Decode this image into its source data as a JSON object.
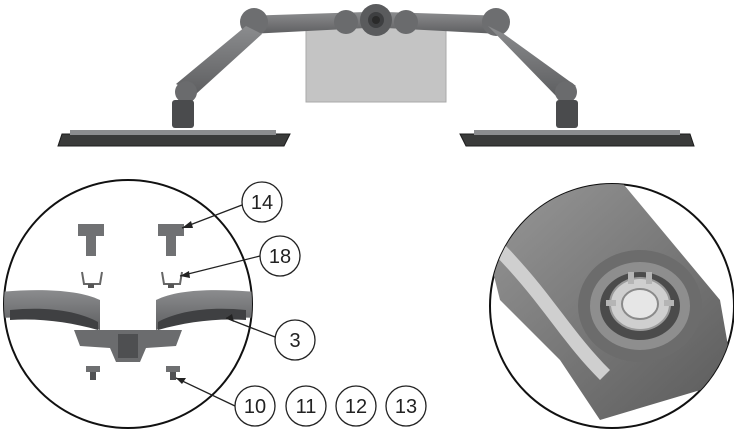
{
  "callouts": [
    {
      "id": "c14",
      "label": "14"
    },
    {
      "id": "c18",
      "label": "18"
    },
    {
      "id": "c3",
      "label": "3"
    },
    {
      "id": "c10",
      "label": "10"
    },
    {
      "id": "c11",
      "label": "11"
    },
    {
      "id": "c12",
      "label": "12"
    },
    {
      "id": "c13",
      "label": "13"
    }
  ],
  "colors": {
    "arm_dark": "#5f6062",
    "arm_mid": "#7a7b7d",
    "arm_light": "#9a9b9d",
    "monitor_back": "#bdbdbd",
    "screen_dark": "#2e302f",
    "outline": "#1a1a1a",
    "background": "#ffffff"
  },
  "icons": {
    "overview": "dual-monitor-arm-illustration",
    "detail_left": "exploded-parts-detail",
    "detail_right": "arm-socket-closeup"
  }
}
